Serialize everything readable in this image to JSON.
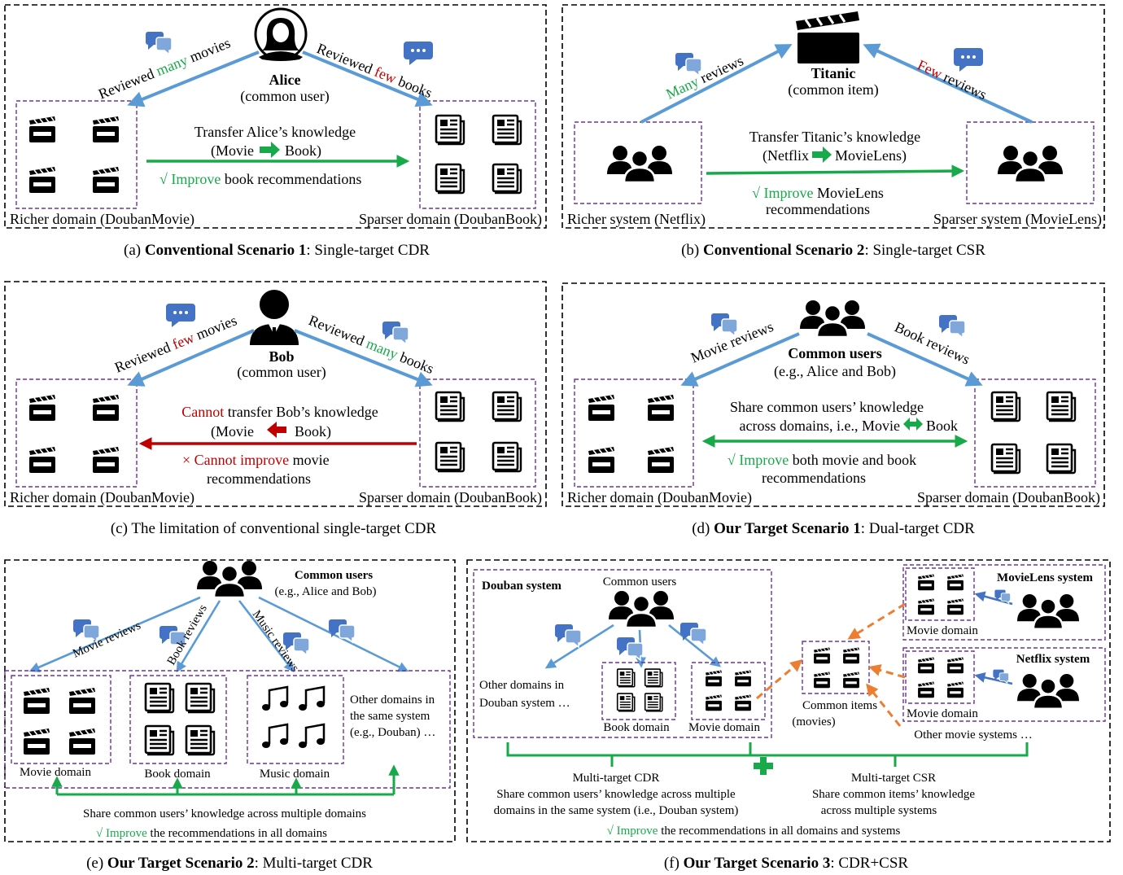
{
  "panel_a": {
    "user_name": "Alice",
    "user_role": "(common user)",
    "left_rev_pre": "Reviewed",
    "left_rev_hl": "many",
    "left_rev_post": "movies",
    "right_rev_pre": "Reviewed",
    "right_rev_hl": "few",
    "right_rev_post": "books",
    "transfer_line1": "Transfer Alice’s knowledge",
    "transfer_from": "(Movie",
    "transfer_to": "Book)",
    "check": "√",
    "improve_hl": "Improve",
    "improve_rest": "book recommendations",
    "left_domain": "Richer domain (DoubanMovie)",
    "right_domain": "Sparser domain (DoubanBook)",
    "caption_label": "(a)",
    "caption_bold": "Conventional Scenario 1",
    "caption_rest": ": Single-target CDR"
  },
  "panel_b": {
    "item_name": "Titanic",
    "item_role": "(common item)",
    "left_rev_hl": "Many",
    "left_rev_post": "reviews",
    "right_rev_hl": "Few",
    "right_rev_post": "reviews",
    "transfer_line1": "Transfer Titanic’s knowledge",
    "transfer_from": "(Netflix",
    "transfer_to": "MovieLens)",
    "check": "√",
    "improve_hl": "Improve",
    "improve_rest": "MovieLens",
    "improve_line2": "recommendations",
    "left_system": "Richer system (Netflix)",
    "right_system": "Sparser system (MovieLens)",
    "caption_label": "(b)",
    "caption_bold": "Conventional Scenario 2",
    "caption_rest": ": Single-target CSR"
  },
  "panel_c": {
    "user_name": "Bob",
    "user_role": "(common user)",
    "left_rev_pre": "Reviewed",
    "left_rev_hl": "few",
    "left_rev_post": "movies",
    "right_rev_pre": "Reviewed",
    "right_rev_hl": "many",
    "right_rev_post": "books",
    "cannot_hl": "Cannot",
    "cannot_rest": "transfer Bob’s knowledge",
    "transfer_from": "(Movie",
    "transfer_to": "Book)",
    "cross": "×",
    "cannot_improve_hl": "Cannot improve",
    "cannot_improve_rest": "movie",
    "line2": "recommendations",
    "left_domain": "Richer domain (DoubanMovie)",
    "right_domain": "Sparser domain (DoubanBook)",
    "caption_label": "(c)",
    "caption_text": "The limitation of conventional single-target CDR"
  },
  "panel_d": {
    "users_title": "Common users",
    "users_sub": "(e.g., Alice and Bob)",
    "left_rev": "Movie reviews",
    "right_rev": "Book reviews",
    "share_line1": "Share common users’ knowledge",
    "share_line2a": "across domains, i.e., Movie",
    "share_line2b": "Book",
    "check": "√",
    "improve_hl": "Improve",
    "improve_rest": "both movie and book",
    "line2": "recommendations",
    "left_domain": "Richer domain (DoubanMovie)",
    "right_domain": "Sparser domain (DoubanBook)",
    "caption_label": "(d)",
    "caption_bold": "Our Target Scenario 1",
    "caption_rest": ": Dual-target CDR"
  },
  "panel_e": {
    "users_title": "Common users",
    "users_sub": "(e.g., Alice and Bob)",
    "rev_movie": "Movie reviews",
    "rev_book": "Book reviews",
    "rev_music": "Music reviews",
    "movie_domain": "Movie domain",
    "book_domain": "Book domain",
    "music_domain": "Music domain",
    "other_1": "Other domains in",
    "other_2": "the same system",
    "other_3": "(e.g., Douban) …",
    "share": "Share common users’ knowledge across multiple domains",
    "check": "√",
    "improve_hl": "Improve",
    "improve_rest": "the recommendations in all domains",
    "caption_label": "(e)",
    "caption_bold": "Our Target Scenario 2",
    "caption_rest": ": Multi-target CDR"
  },
  "panel_f": {
    "douban_system": "Douban system",
    "common_users": "Common users",
    "other_domains_1": "Other domains in",
    "other_domains_2": "Douban system …",
    "book_domain": "Book domain",
    "movie_domain": "Movie domain",
    "common_items_1": "Common items",
    "common_items_2": "(movies)",
    "movielens_system": "MovieLens system",
    "netflix_system": "Netflix system",
    "ml_movie_domain": "Movie domain",
    "nf_movie_domain": "Movie domain",
    "other_movie_systems": "Other movie systems …",
    "cdr_title": "Multi-target CDR",
    "cdr_line1": "Share common users’ knowledge across multiple",
    "cdr_line2": "domains in the same system (i.e., Douban system)",
    "csr_title": "Multi-target CSR",
    "csr_line1": "Share common items’ knowledge",
    "csr_line2": "across multiple systems",
    "check": "√",
    "improve_hl": "Improve",
    "improve_rest": "the recommendations in all domains and systems",
    "caption_label": "(f)",
    "caption_bold": "Our Target Scenario 3",
    "caption_rest": ": CDR+CSR"
  },
  "colors": {
    "blue_arrow": "#5b9bd5",
    "green": "#18a94a",
    "red": "#c00000",
    "orange": "#ed7d31",
    "purple": "#7030a0",
    "bubble": "#4472c4"
  }
}
